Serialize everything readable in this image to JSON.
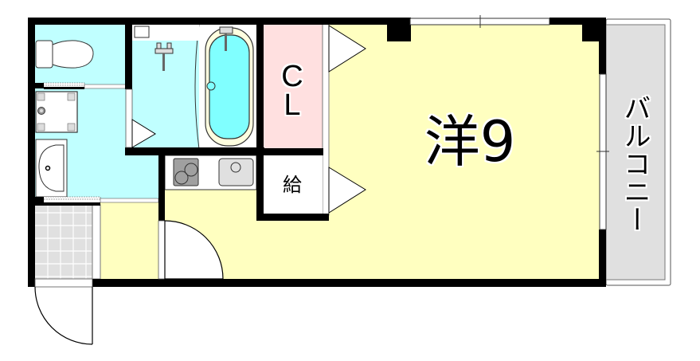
{
  "floor_plan": {
    "type": "apartment floor plan (1K)",
    "rooms": {
      "main_room": {
        "label": "洋9",
        "kind": "Western-style room",
        "size_jo": 9
      },
      "closet": {
        "label": "CL",
        "label_lines": [
          "C",
          "L"
        ]
      },
      "water_heater": {
        "label": "給"
      },
      "balcony": {
        "label": "バルコニー"
      },
      "bathroom": {
        "label": ""
      },
      "toilet": {
        "label": ""
      },
      "washroom": {
        "label": ""
      },
      "kitchen": {
        "label": ""
      },
      "entrance": {
        "label": ""
      }
    },
    "colors": {
      "wall": "#000000",
      "main_room_floor": "#ffffc0",
      "wet_area_floor": "#c0ffff",
      "bathtub_water": "#80ffff",
      "bathtub_rim": "#ffffe0",
      "closet_floor": "#ffe0e0",
      "balcony_floor": "#e0e0e0",
      "entrance_tile": "#e0e0e0",
      "stove": "#a0a0a0",
      "sink": "#e0e0e0"
    }
  }
}
